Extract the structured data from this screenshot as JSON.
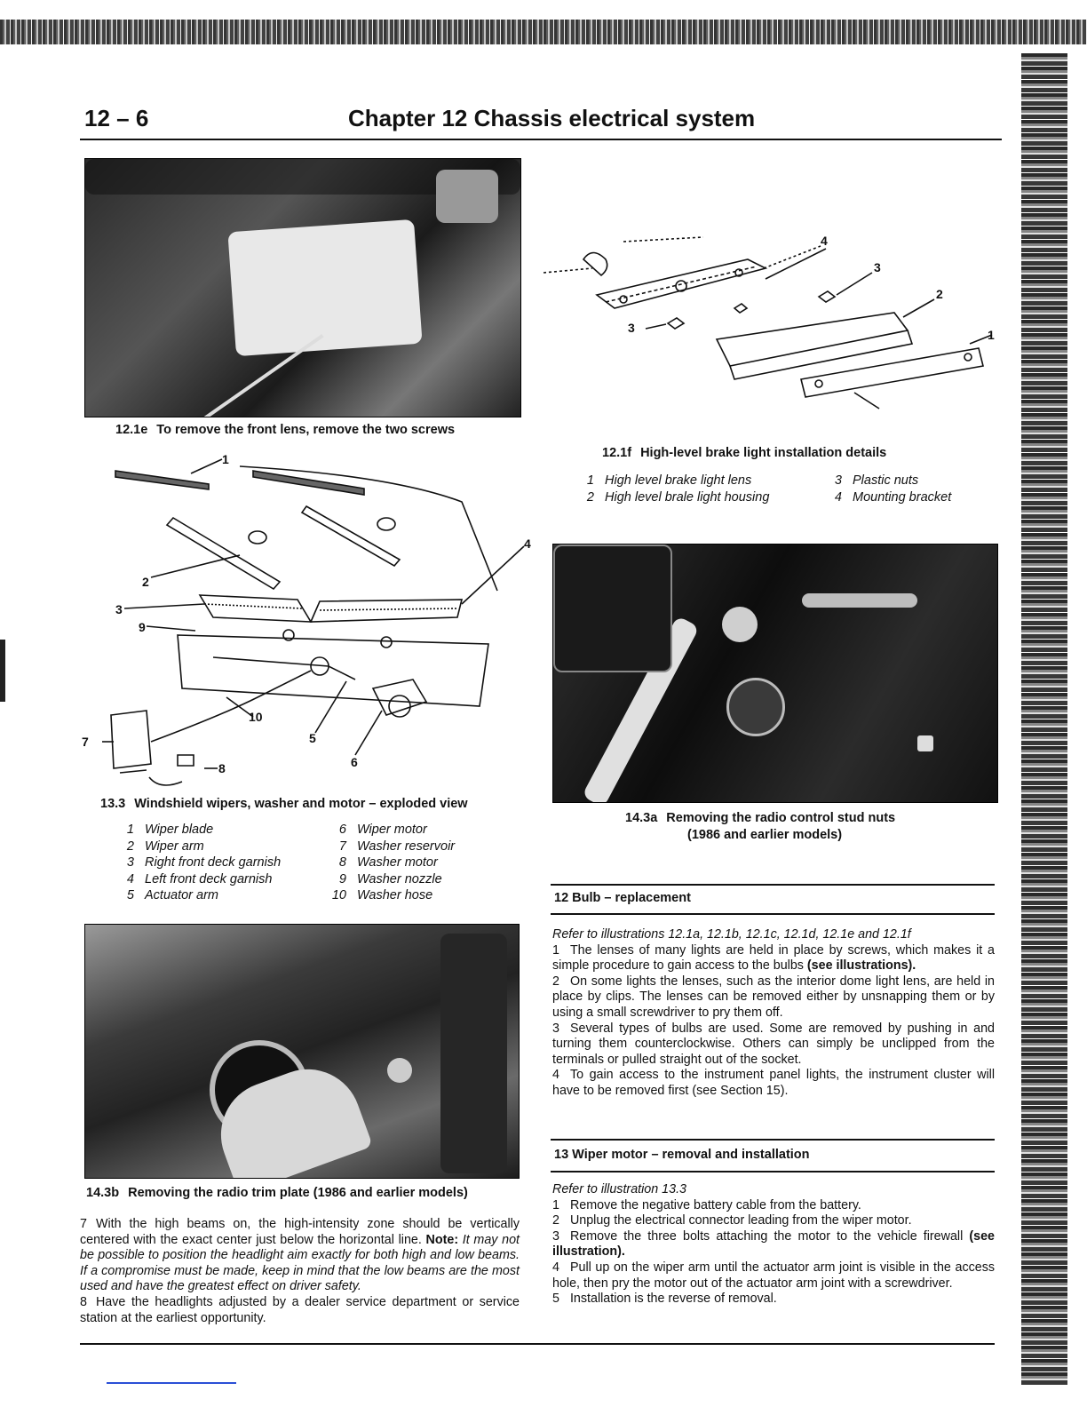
{
  "header": {
    "page_number": "12 – 6",
    "title": "Chapter 12  Chassis electrical system"
  },
  "figures": {
    "f12_1e": {
      "num": "12.1e",
      "caption": "To remove the front lens, remove the two screws"
    },
    "f12_1f": {
      "num": "12.1f",
      "caption": "High-level brake light installation details",
      "callouts": [
        "4",
        "3",
        "2",
        "1",
        "3"
      ],
      "legend_left": [
        {
          "n": "1",
          "t": "High level brake light lens"
        },
        {
          "n": "2",
          "t": "High level brale light housing"
        }
      ],
      "legend_right": [
        {
          "n": "3",
          "t": "Plastic nuts"
        },
        {
          "n": "4",
          "t": "Mounting bracket"
        }
      ]
    },
    "f13_3": {
      "num": "13.3",
      "caption": "Windshield wipers, washer and motor – exploded view",
      "callouts": [
        "1",
        "2",
        "3",
        "9",
        "4",
        "10",
        "5",
        "6",
        "7",
        "8"
      ],
      "legend_left": [
        {
          "n": "1",
          "t": "Wiper blade"
        },
        {
          "n": "2",
          "t": "Wiper arm"
        },
        {
          "n": "3",
          "t": "Right front deck garnish"
        },
        {
          "n": "4",
          "t": "Left front deck garnish"
        },
        {
          "n": "5",
          "t": "Actuator arm"
        }
      ],
      "legend_right": [
        {
          "n": "6",
          "t": "Wiper motor"
        },
        {
          "n": "7",
          "t": "Washer reservoir"
        },
        {
          "n": "8",
          "t": "Washer motor"
        },
        {
          "n": "9",
          "t": "Washer nozzle"
        },
        {
          "n": "10",
          "t": "Washer hose"
        }
      ]
    },
    "f14_3a": {
      "num": "14.3a",
      "caption_line1": "Removing the radio control stud nuts",
      "caption_line2": "(1986 and earlier models)"
    },
    "f14_3b": {
      "num": "14.3b",
      "caption": "Removing the radio trim plate (1986 and earlier models)"
    }
  },
  "left_text": {
    "p7_num": "7",
    "p7_a": "With the high beams on, the high-intensity zone should be vertically centered with the exact center just below the horizontal line. ",
    "p7_note_label": "Note:",
    "p7_note": " It may not be possible to position the headlight aim exactly for both high and low beams. If a compromise must be made, keep in mind that the low beams are the most used and have the greatest effect on driver safety.",
    "p8_num": "8",
    "p8": "Have the headlights adjusted by a dealer service department or service station at the earliest opportunity."
  },
  "section12": {
    "heading": "12  Bulb – replacement",
    "ref": "Refer to illustrations 12.1a, 12.1b, 12.1c, 12.1d, 12.1e and 12.1f",
    "p1_num": "1",
    "p1": "The lenses of many lights are held in place by screws, which makes it a simple procedure to gain access to the bulbs ",
    "p1_bold": "(see illustrations).",
    "p2_num": "2",
    "p2": "On some lights the lenses, such as the interior dome light lens, are held in place by clips. The lenses can be removed either by unsnapping them or by using a small screwdriver to pry them off.",
    "p3_num": "3",
    "p3": "Several types of bulbs are used. Some are removed by pushing in and turning them counterclockwise. Others can simply be unclipped from the terminals or pulled straight out of the socket.",
    "p4_num": "4",
    "p4": "To gain access to the instrument panel lights, the instrument cluster will have to be removed first (see Section 15)."
  },
  "section13": {
    "heading": "13  Wiper motor – removal and installation",
    "ref": "Refer to illustration 13.3",
    "p1_num": "1",
    "p1": "Remove the negative battery cable from the battery.",
    "p2_num": "2",
    "p2": "Unplug the electrical connector leading from the wiper motor.",
    "p3_num": "3",
    "p3": "Remove the three bolts attaching the motor to the vehicle firewall ",
    "p3_bold": "(see illustration).",
    "p4_num": "4",
    "p4": "Pull up on the wiper arm until the actuator arm joint is visible in the access hole, then pry the motor out of the actuator arm joint with a screwdriver.",
    "p5_num": "5",
    "p5": "Installation is the reverse of removal."
  }
}
